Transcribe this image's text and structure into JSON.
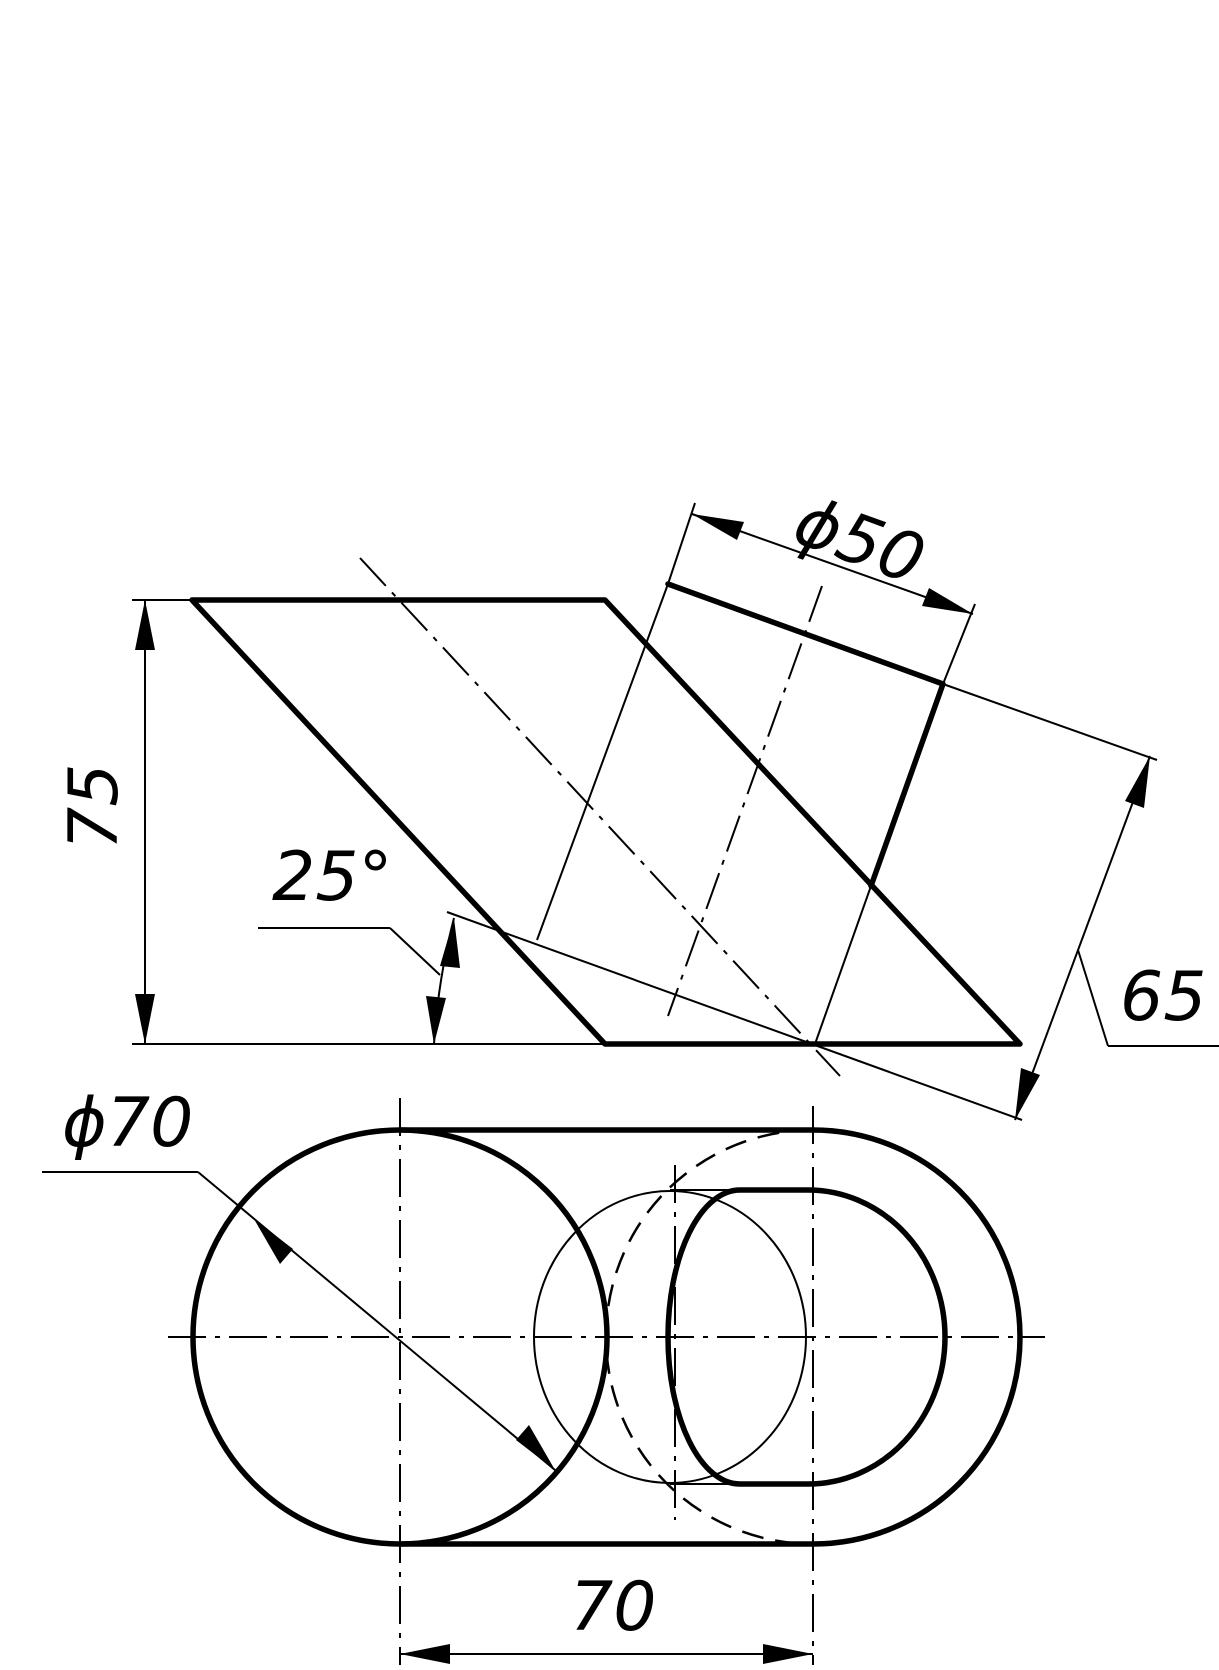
{
  "dimensions": {
    "dia_50": "ϕ50",
    "height_75": "75",
    "angle_25": "25°",
    "length_65": "65",
    "dia_70": "ϕ70",
    "width_70": "70"
  },
  "colors": {
    "line": "#000000",
    "background": "#ffffff"
  }
}
